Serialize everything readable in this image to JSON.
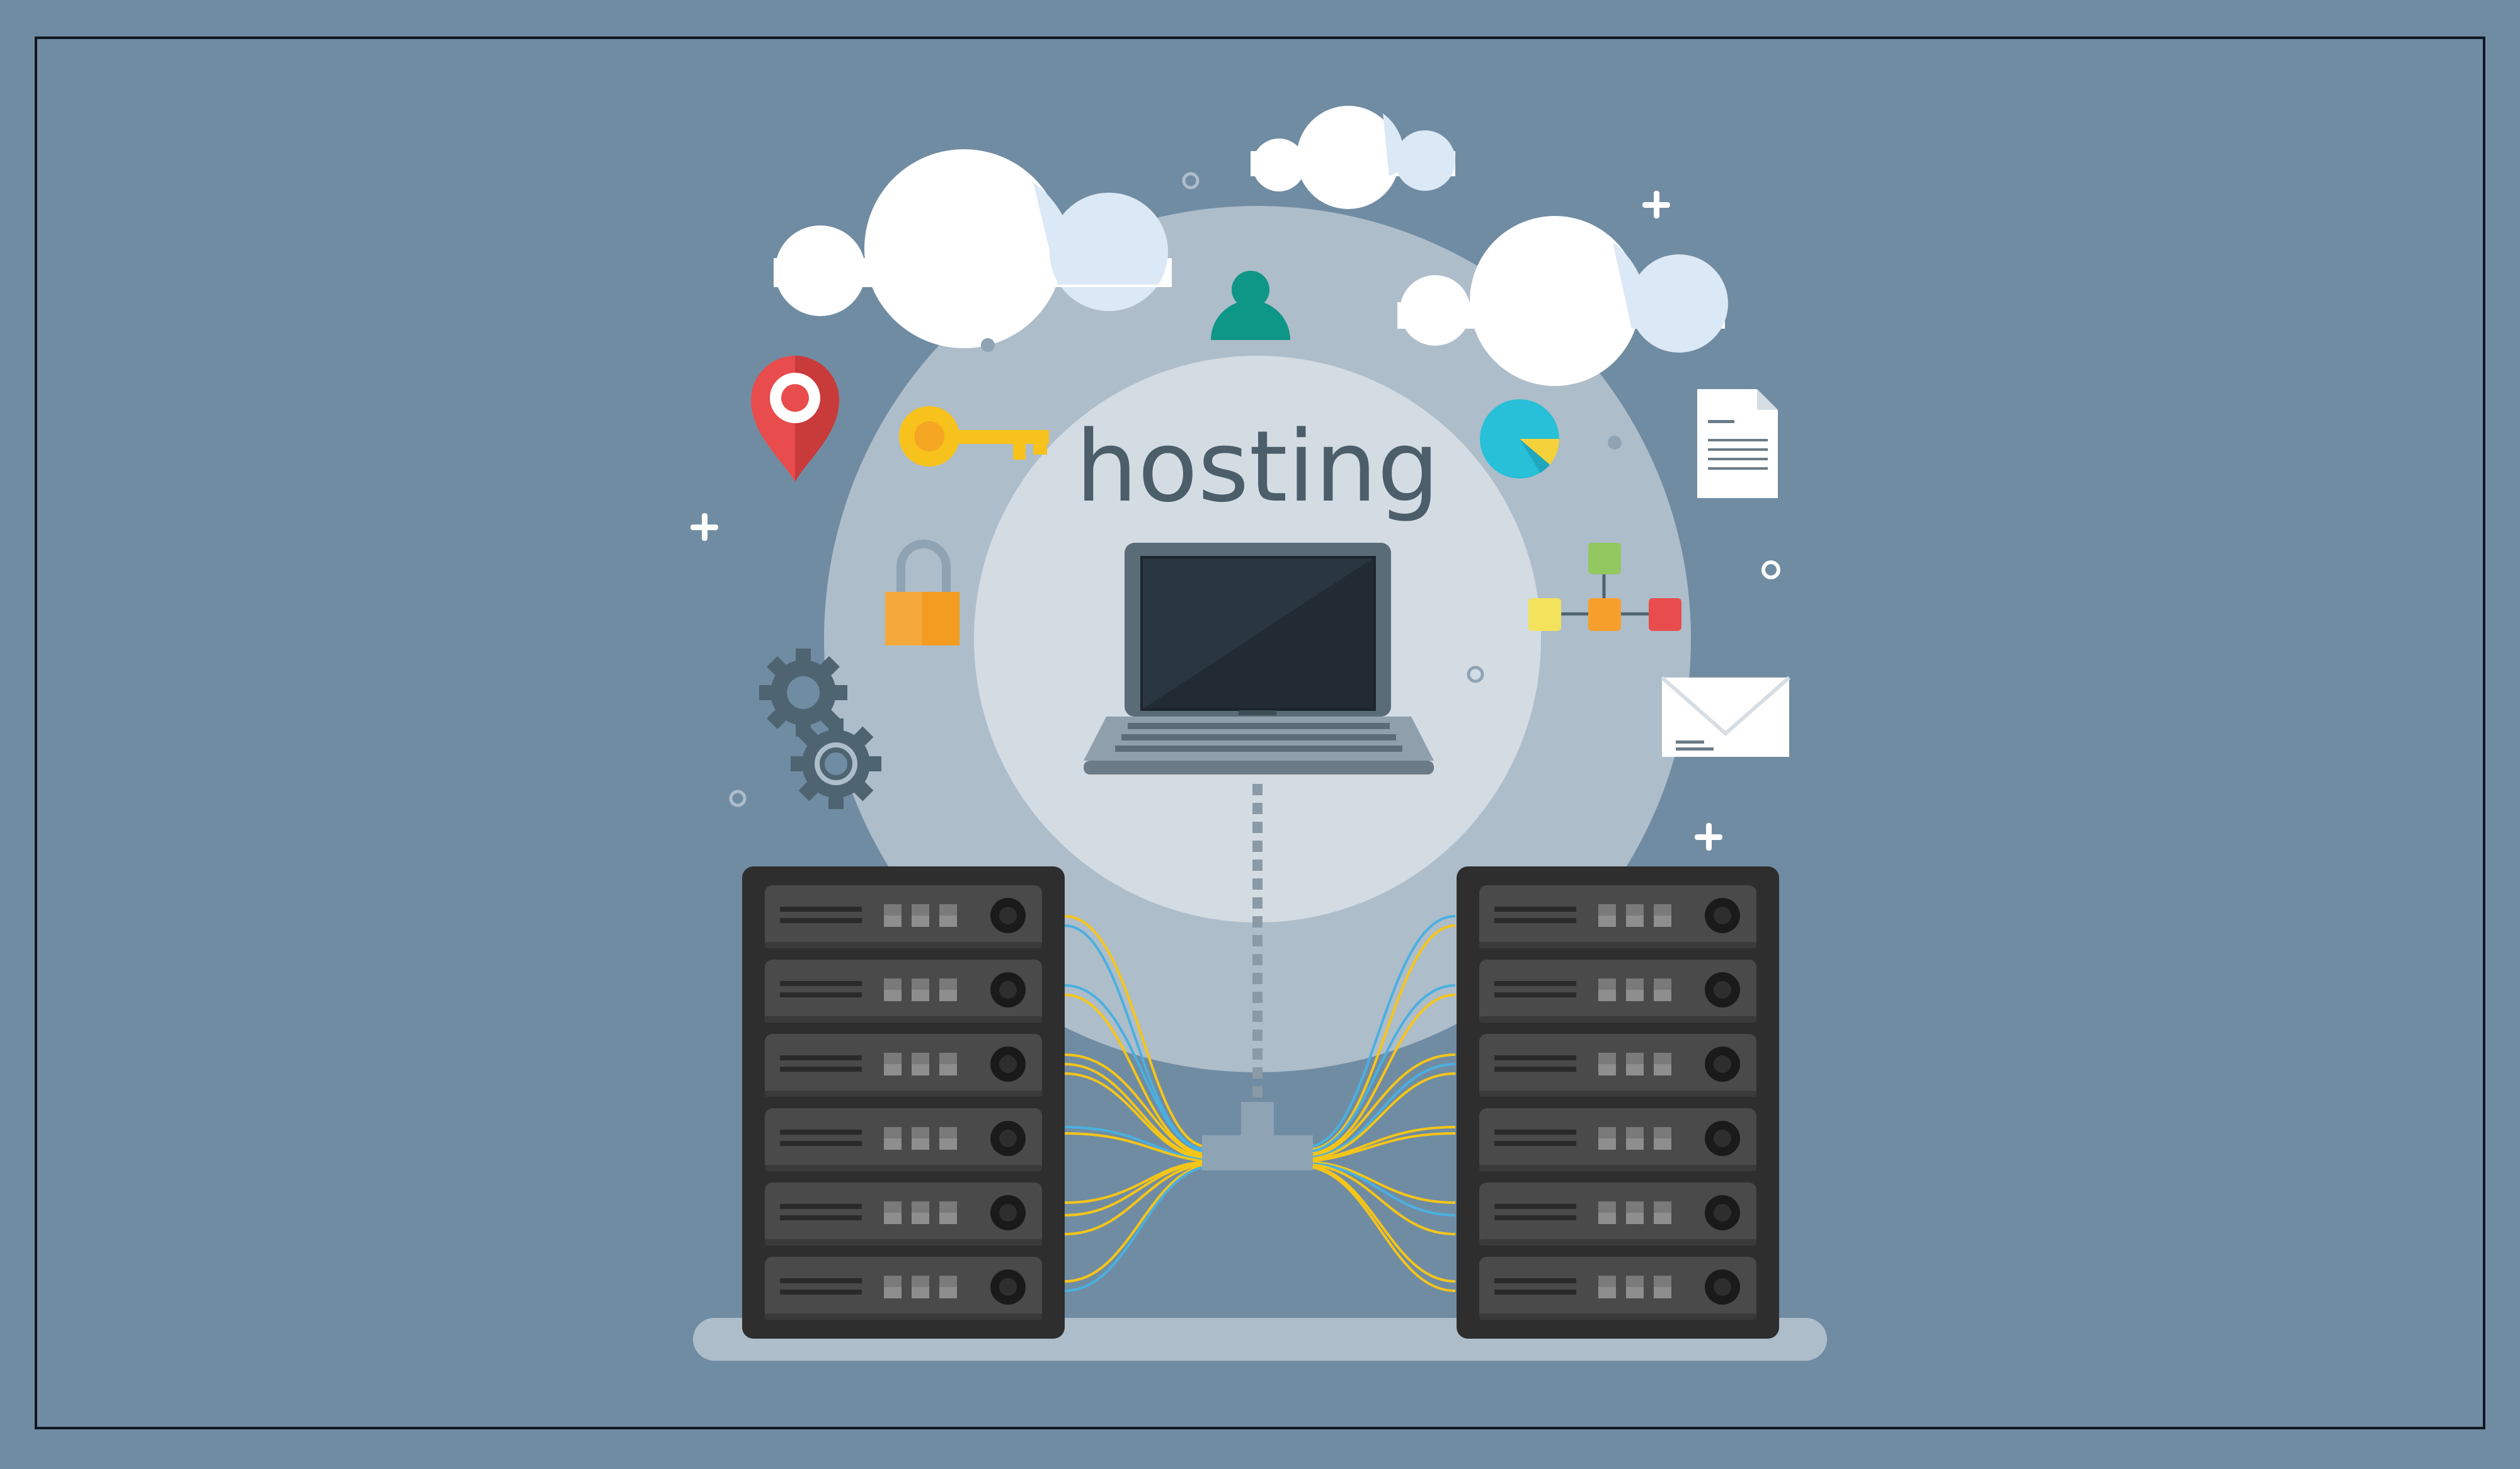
{
  "title": "hosting",
  "colors": {
    "background": "#708ca3",
    "frame": "#0f1720",
    "outer_circle": "#aebdca",
    "inner_circle": "#d3dce3",
    "title_text": "#4b5e6a",
    "cloud": "#ffffff",
    "cloud_shade": "#dbe8f5",
    "rack": "#2e2e2e",
    "server_unit": "#4a4a4a",
    "cable_yellow": "#f5c518",
    "cable_blue": "#4ab0e0",
    "user": "#0e9686",
    "pin": "#e84c4c",
    "key": "#f7c21b",
    "lock": "#f6a93b",
    "gear": "#4e6470",
    "pie": "#27c0d8",
    "pie_slice": "#f5d13b",
    "tree_green": "#93c760",
    "tree_yellow": "#f3e25b",
    "tree_orange": "#f69f2b",
    "tree_red": "#e84c4c"
  },
  "icons": [
    "cloud-icon",
    "user-icon",
    "location-pin-icon",
    "key-icon",
    "padlock-icon",
    "gear-icon",
    "pie-chart-icon",
    "document-icon",
    "network-tree-icon",
    "envelope-icon",
    "laptop-icon",
    "server-rack-icon",
    "plus-icon",
    "ring-icon",
    "dot-icon"
  ],
  "server_racks": {
    "units_per_rack": 6,
    "rack_count": 2
  }
}
